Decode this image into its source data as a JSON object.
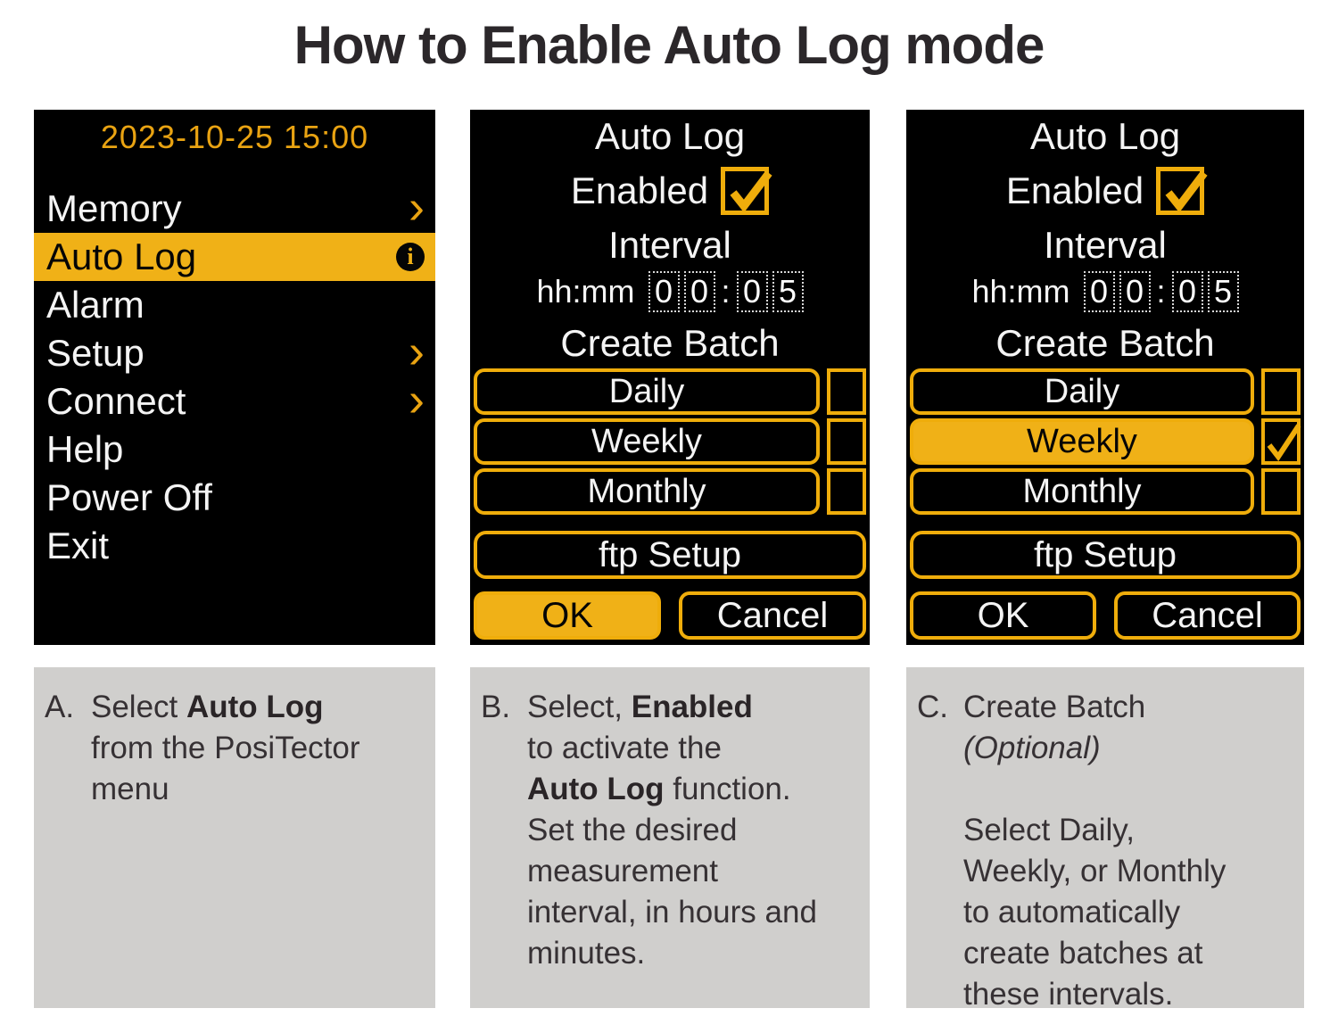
{
  "title": "How to Enable Auto Log mode",
  "colors": {
    "amber_highlight": "#F0B117",
    "amber_border": "#EFAD0B",
    "amber_date": "#E9A312",
    "screen_background": "#000000",
    "screen_text": "#F4F4F4",
    "caption_background": "#D0CFCD",
    "caption_text": "#363134"
  },
  "screen1": {
    "datetime": "2023-10-25 15:00",
    "chevron": "›",
    "info_icon": "i",
    "items": [
      {
        "label": "Memory"
      },
      {
        "label": "Auto Log"
      },
      {
        "label": "Alarm"
      },
      {
        "label": "Setup"
      },
      {
        "label": "Connect"
      },
      {
        "label": "Help"
      },
      {
        "label": "Power Off"
      },
      {
        "label": "Exit"
      }
    ]
  },
  "screen2": {
    "title": "Auto Log",
    "enabled_label": "Enabled",
    "enabled_checked": true,
    "interval_label": "Interval",
    "interval_format": "hh:mm",
    "colon": ":",
    "digits": [
      "0",
      "0",
      "0",
      "5"
    ],
    "create_batch_label": "Create Batch",
    "options": [
      {
        "label": "Daily",
        "checked": false
      },
      {
        "label": "Weekly",
        "checked": false
      },
      {
        "label": "Monthly",
        "checked": false
      }
    ],
    "ftp_label": "ftp Setup",
    "ok_label": "OK",
    "ok_highlighted": true,
    "cancel_label": "Cancel"
  },
  "screen3": {
    "title": "Auto Log",
    "enabled_label": "Enabled",
    "enabled_checked": true,
    "interval_label": "Interval",
    "interval_format": "hh:mm",
    "colon": ":",
    "digits": [
      "0",
      "0",
      "0",
      "5"
    ],
    "create_batch_label": "Create Batch",
    "options": [
      {
        "label": "Daily",
        "checked": false
      },
      {
        "label": "Weekly",
        "checked": true,
        "highlighted": true
      },
      {
        "label": "Monthly",
        "checked": false
      }
    ],
    "ftp_label": "ftp Setup",
    "ok_label": "OK",
    "ok_highlighted": false,
    "cancel_label": "Cancel"
  },
  "captions": {
    "a": {
      "label": "A.",
      "line1_normal": "Select ",
      "line1_bold": "Auto Log",
      "line2": "from the PosiTector",
      "line3": "menu"
    },
    "b": {
      "label": "B.",
      "line1_normal": "Select, ",
      "line1_bold": "Enabled",
      "line2": "to activate the",
      "line3_bold": "Auto Log",
      "line3_normal": " function.",
      "line4": "Set the desired",
      "line5": "measurement",
      "line6": "interval, in hours and",
      "line7": "minutes."
    },
    "c": {
      "label": "C.",
      "line1": "Create Batch",
      "line2": "(Optional)",
      "line3": "Select Daily,",
      "line4": "Weekly, or Monthly",
      "line5": "to automatically",
      "line6": "create batches at",
      "line7": "these intervals."
    }
  }
}
